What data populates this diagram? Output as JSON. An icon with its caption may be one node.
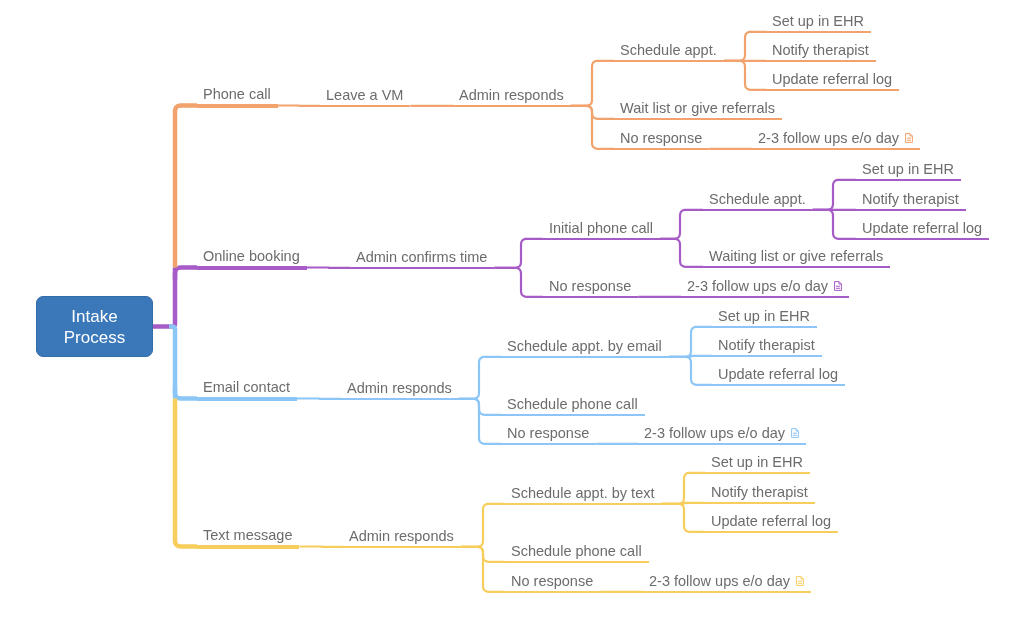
{
  "diagram": {
    "nodes": [
      {
        "text": [
          "Intake Process"
        ]
      },
      {
        "text": [
          "Phone call"
        ]
      },
      {
        "text": [
          "Leave a VM"
        ]
      },
      {
        "text": [
          "Admin responds"
        ]
      },
      {
        "text": [
          "Schedule appt."
        ]
      },
      {
        "text": [
          "Set up in EHR"
        ]
      },
      {
        "text": [
          "Notify therapist"
        ]
      },
      {
        "text": [
          "Update referral log"
        ]
      },
      {
        "text": [
          "Wait list or give referrals"
        ]
      },
      {
        "text": [
          "No response"
        ]
      },
      {
        "text": [
          "2-3 follow ups e/o day"
        ]
      },
      {
        "text": [
          "Online booking"
        ]
      },
      {
        "text": [
          "Admin confirms time"
        ]
      },
      {
        "text": [
          "Initial phone call"
        ]
      },
      {
        "text": [
          "Schedule appt."
        ]
      },
      {
        "text": [
          "Set up in EHR"
        ]
      },
      {
        "text": [
          "Notify therapist"
        ]
      },
      {
        "text": [
          "Update referral log"
        ]
      },
      {
        "text": [
          "Waiting list or give referrals"
        ]
      },
      {
        "text": [
          "No response"
        ]
      },
      {
        "text": [
          "2-3 follow ups e/o day"
        ]
      },
      {
        "text": [
          "Email contact"
        ]
      },
      {
        "text": [
          "Admin responds"
        ]
      },
      {
        "text": [
          "Schedule appt. by email"
        ]
      },
      {
        "text": [
          "Set up in EHR"
        ]
      },
      {
        "text": [
          "Notify therapist"
        ]
      },
      {
        "text": [
          "Update referral log"
        ]
      },
      {
        "text": [
          "Schedule phone call"
        ]
      },
      {
        "text": [
          "No response"
        ]
      },
      {
        "text": [
          "2-3 follow ups e/o day"
        ]
      },
      {
        "text": [
          "Text message"
        ]
      },
      {
        "text": [
          "Admin responds"
        ]
      },
      {
        "text": [
          "Schedule appt. by text"
        ]
      },
      {
        "text": [
          "Set up in EHR"
        ]
      },
      {
        "text": [
          "Notify therapist"
        ]
      },
      {
        "text": [
          "Update referral log"
        ]
      },
      {
        "text": [
          "Schedule phone call"
        ]
      },
      {
        "text": [
          "No response"
        ]
      },
      {
        "text": [
          "2-3 follow ups e/o day"
        ]
      }
    ],
    "edges": [
      {
        "from": 0,
        "to": 1,
        "arrow": "none",
        "style": "thick",
        "color": "#f2a26c"
      },
      {
        "from": 1,
        "to": 2,
        "arrow": "none",
        "color": "#f2a26c"
      },
      {
        "from": 2,
        "to": 3,
        "arrow": "none",
        "color": "#f2a26c"
      },
      {
        "from": 3,
        "to": 4,
        "arrow": "none",
        "color": "#f2a26c"
      },
      {
        "from": 4,
        "to": 5,
        "arrow": "none",
        "color": "#f2a26c"
      },
      {
        "from": 4,
        "to": 6,
        "arrow": "none",
        "color": "#f2a26c"
      },
      {
        "from": 4,
        "to": 7,
        "arrow": "none",
        "color": "#f2a26c"
      },
      {
        "from": 3,
        "to": 8,
        "arrow": "none",
        "color": "#f2a26c"
      },
      {
        "from": 3,
        "to": 9,
        "arrow": "none",
        "color": "#f2a26c"
      },
      {
        "from": 9,
        "to": 10,
        "arrow": "none",
        "color": "#f2a26c"
      },
      {
        "from": 0,
        "to": 11,
        "arrow": "none",
        "style": "thick",
        "color": "#a65bc6"
      },
      {
        "from": 11,
        "to": 12,
        "arrow": "none",
        "color": "#a65bc6"
      },
      {
        "from": 12,
        "to": 13,
        "arrow": "none",
        "color": "#a65bc6"
      },
      {
        "from": 13,
        "to": 14,
        "arrow": "none",
        "color": "#a65bc6"
      },
      {
        "from": 14,
        "to": 15,
        "arrow": "none",
        "color": "#a65bc6"
      },
      {
        "from": 14,
        "to": 16,
        "arrow": "none",
        "color": "#a65bc6"
      },
      {
        "from": 14,
        "to": 17,
        "arrow": "none",
        "color": "#a65bc6"
      },
      {
        "from": 13,
        "to": 18,
        "arrow": "none",
        "color": "#a65bc6"
      },
      {
        "from": 12,
        "to": 19,
        "arrow": "none",
        "color": "#a65bc6"
      },
      {
        "from": 19,
        "to": 20,
        "arrow": "none",
        "color": "#a65bc6"
      },
      {
        "from": 0,
        "to": 21,
        "arrow": "none",
        "style": "thick",
        "color": "#8cc6f6"
      },
      {
        "from": 21,
        "to": 22,
        "arrow": "none",
        "color": "#8cc6f6"
      },
      {
        "from": 22,
        "to": 23,
        "arrow": "none",
        "color": "#8cc6f6"
      },
      {
        "from": 23,
        "to": 24,
        "arrow": "none",
        "color": "#8cc6f6"
      },
      {
        "from": 23,
        "to": 25,
        "arrow": "none",
        "color": "#8cc6f6"
      },
      {
        "from": 23,
        "to": 26,
        "arrow": "none",
        "color": "#8cc6f6"
      },
      {
        "from": 22,
        "to": 27,
        "arrow": "none",
        "color": "#8cc6f6"
      },
      {
        "from": 22,
        "to": 28,
        "arrow": "none",
        "color": "#8cc6f6"
      },
      {
        "from": 28,
        "to": 29,
        "arrow": "none",
        "color": "#8cc6f6"
      },
      {
        "from": 0,
        "to": 30,
        "arrow": "none",
        "style": "thick",
        "color": "#f7cd5b"
      },
      {
        "from": 30,
        "to": 31,
        "arrow": "none",
        "color": "#f7cd5b"
      },
      {
        "from": 31,
        "to": 32,
        "arrow": "none",
        "color": "#f7cd5b"
      },
      {
        "from": 32,
        "to": 33,
        "arrow": "none",
        "color": "#f7cd5b"
      },
      {
        "from": 32,
        "to": 34,
        "arrow": "none",
        "color": "#f7cd5b"
      },
      {
        "from": 32,
        "to": 35,
        "arrow": "none",
        "color": "#f7cd5b"
      },
      {
        "from": 31,
        "to": 36,
        "arrow": "none",
        "color": "#f7cd5b"
      },
      {
        "from": 31,
        "to": 37,
        "arrow": "none",
        "color": "#f7cd5b"
      },
      {
        "from": 37,
        "to": 38,
        "arrow": "none",
        "color": "#f7cd5b"
      }
    ]
  }
}
